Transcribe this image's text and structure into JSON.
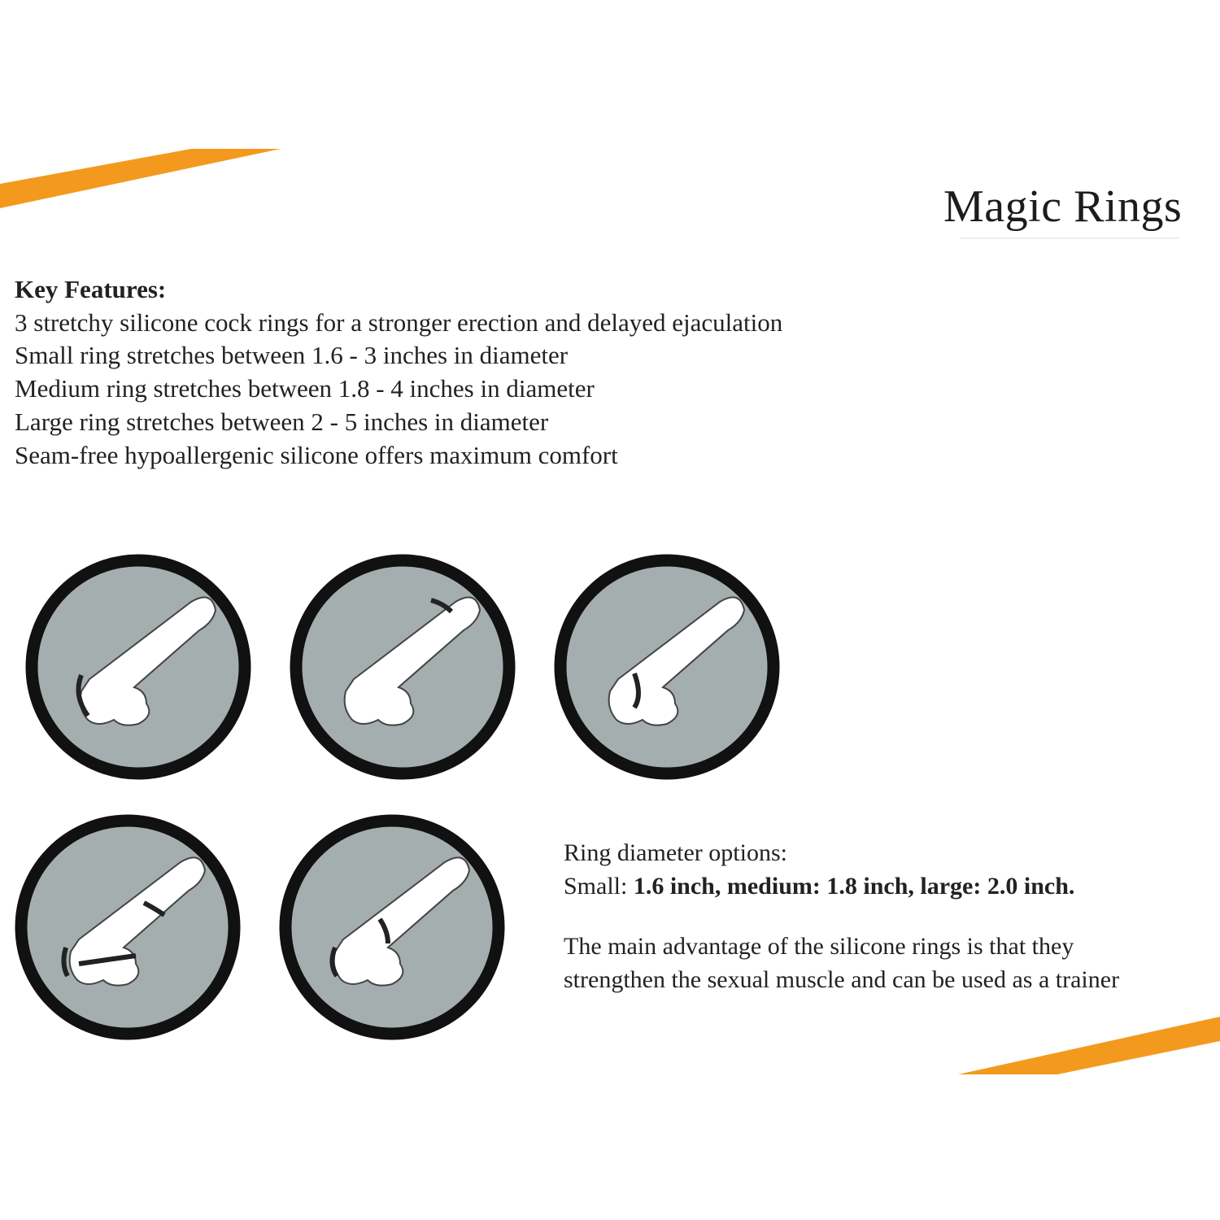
{
  "brand": {
    "logo_text": "Magic Rings",
    "accent_color": "#f39a1e"
  },
  "features": {
    "title": "Key Features:",
    "items": [
      "3 stretchy silicone cock rings for a stronger erection and delayed ejaculation",
      "Small ring stretches between 1.6 - 3 inches in diameter",
      "Medium ring stretches between 1.8 - 4 inches in diameter",
      "Large ring stretches between 2 - 5 inches in diameter",
      "Seam-free hypoallergenic silicone offers maximum comfort"
    ]
  },
  "illustrations": [
    {
      "icon": "ring-at-base-icon"
    },
    {
      "icon": "ring-below-head-icon"
    },
    {
      "icon": "ring-mid-shaft-icon"
    },
    {
      "icon": "three-rings-icon"
    },
    {
      "icon": "two-rings-icon"
    }
  ],
  "diameter": {
    "heading": "Ring diameter options:",
    "small_label": "Small: ",
    "small_value": "1.6 inch,",
    "medium_label": " medium:",
    "medium_value": " 1.8 inch,",
    "large_label": " large:",
    "large_value": " 2.0 inch."
  },
  "advantage": {
    "line1": "The main advantage of the silicone rings is that they",
    "line2": "strengthen the sexual muscle and can be used as a trainer"
  }
}
